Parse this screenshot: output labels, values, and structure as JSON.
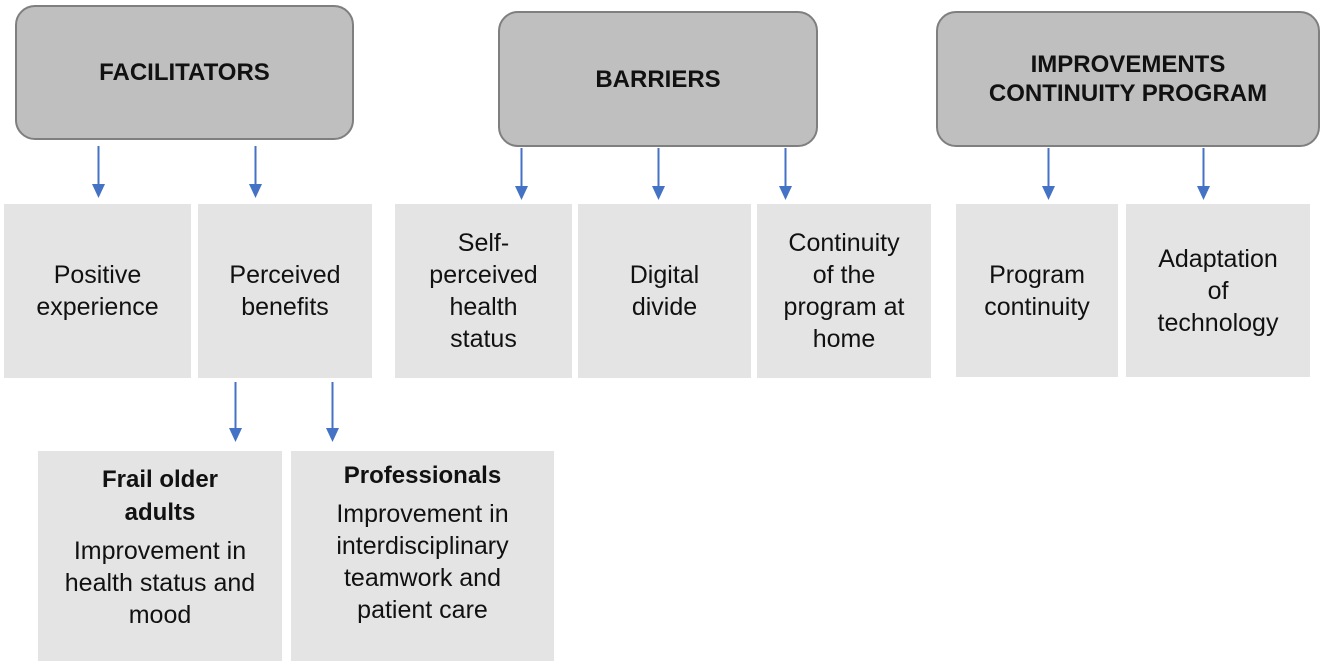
{
  "headers": {
    "facilitators": "FACILITATORS",
    "barriers": "BARRIERS",
    "improvements_line1": "IMPROVEMENTS",
    "improvements_line2": "CONTINUITY PROGRAM"
  },
  "facilitators": {
    "positive_experience": [
      "Positive",
      "experience"
    ],
    "perceived_benefits": [
      "Perceived",
      "benefits"
    ]
  },
  "benefits": {
    "frail_older_adults": {
      "title": [
        "Frail older",
        "adults"
      ],
      "detail": [
        "Improvement in",
        "health status and",
        "mood"
      ]
    },
    "professionals": {
      "title": "Professionals",
      "detail": [
        "Improvement in",
        "interdisciplinary",
        "teamwork and",
        "patient care"
      ]
    }
  },
  "barriers": {
    "self_perceived_health": [
      "Self-",
      "perceived",
      "health",
      "status"
    ],
    "digital_divide": [
      "Digital",
      "divide"
    ],
    "continuity_at_home": [
      "Continuity",
      "of the",
      "program at",
      "home"
    ]
  },
  "improvements": {
    "program_continuity": [
      "Program",
      "continuity"
    ],
    "adaptation_of_technology": [
      "Adaptation",
      "of",
      "technology"
    ]
  },
  "colors": {
    "header_fill": "#bfbfbf",
    "header_border": "#7f7f7f",
    "box_fill": "#e4e4e4",
    "arrow": "#4472c4"
  }
}
